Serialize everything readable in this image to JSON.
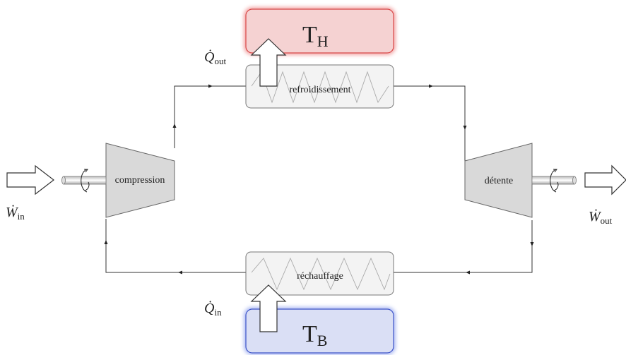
{
  "reservoirs": {
    "hot": {
      "symbol": "T",
      "subscript": "H",
      "color": "#f4d4d4",
      "glow": "#e03030"
    },
    "cold": {
      "symbol": "T",
      "subscript": "B",
      "color": "#d8ddf4",
      "glow": "#3050d0"
    }
  },
  "components": {
    "cooler": "refroidissement",
    "heater": "réchauffage",
    "compressor": "compression",
    "turbine": "détente"
  },
  "heat": {
    "out": {
      "symbol": "Q̇",
      "subscript": "out"
    },
    "in": {
      "symbol": "Q̇",
      "subscript": "in"
    }
  },
  "work": {
    "in": {
      "symbol": "Ẇ",
      "subscript": "in"
    },
    "out": {
      "symbol": "Ẇ",
      "subscript": "out"
    }
  },
  "colors": {
    "component_fill": "#f3f3f3",
    "machine_fill": "#d9d9d9",
    "line": "#333333"
  }
}
